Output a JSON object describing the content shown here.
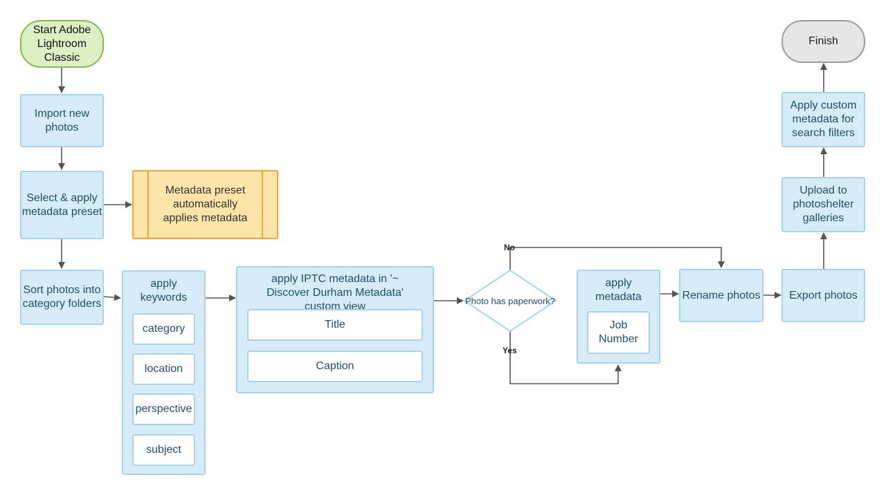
{
  "nodes": {
    "start": "Start Adobe Lightroom Classic",
    "import": "Import new photos",
    "select_apply": "Select & apply metadata preset",
    "preset": "Metadata preset automatically applies metadata",
    "sort": "Sort photos into category folders",
    "keywords": "apply keywords",
    "iptc": "apply IPTC metadata in '~ Discover Durham Metadata' custom view",
    "decision": "Photo has paperwork?",
    "apply_metadata": "apply metadata",
    "rename": "Rename photos",
    "export": "Export photos",
    "upload": "Upload to photoshelter galleries",
    "custom_metadata": "Apply custom metadata for search filters",
    "finish": "Finish"
  },
  "keyword_items": [
    "category",
    "location",
    "perspective",
    "subject"
  ],
  "iptc_fields": [
    "Title",
    "Caption"
  ],
  "metadata_fields": [
    "Job Number"
  ],
  "edge_labels": {
    "no": "No",
    "yes": "Yes"
  },
  "colors": {
    "process_fill": "#d6ecf9",
    "process_border": "#a6d4f0",
    "start_fill": "#dcf0c3",
    "start_border": "#7cbf4a",
    "end_fill": "#e6e6e6",
    "end_border": "#9a9a9a",
    "preset_fill": "#fde4a8",
    "preset_border": "#f2a33a",
    "arrow": "#555555"
  }
}
